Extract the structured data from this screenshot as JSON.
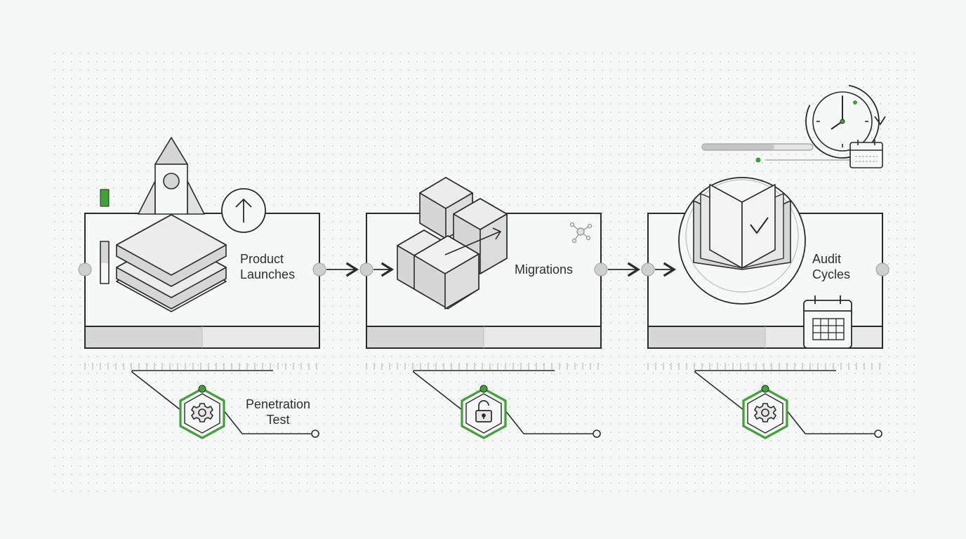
{
  "stages": [
    {
      "label_line1": "Product",
      "label_line2": "Launches",
      "icon": "rocket-icon"
    },
    {
      "label_line1": "Migrations",
      "label_line2": "",
      "icon": "cubes-icon"
    },
    {
      "label_line1": "Audit",
      "label_line2": "Cycles",
      "icon": "book-check-icon"
    }
  ],
  "badges": [
    {
      "icon": "gear-icon",
      "label_line1": "Penetration",
      "label_line2": "Test"
    },
    {
      "icon": "padlock-icon"
    },
    {
      "icon": "gear-icon"
    }
  ],
  "colors": {
    "accent": "#3aa52f",
    "stroke": "#2a2a2a",
    "fill_light": "#e9e9e9",
    "fill_mid": "#d6d6d6",
    "background": "#f6f7f7"
  }
}
